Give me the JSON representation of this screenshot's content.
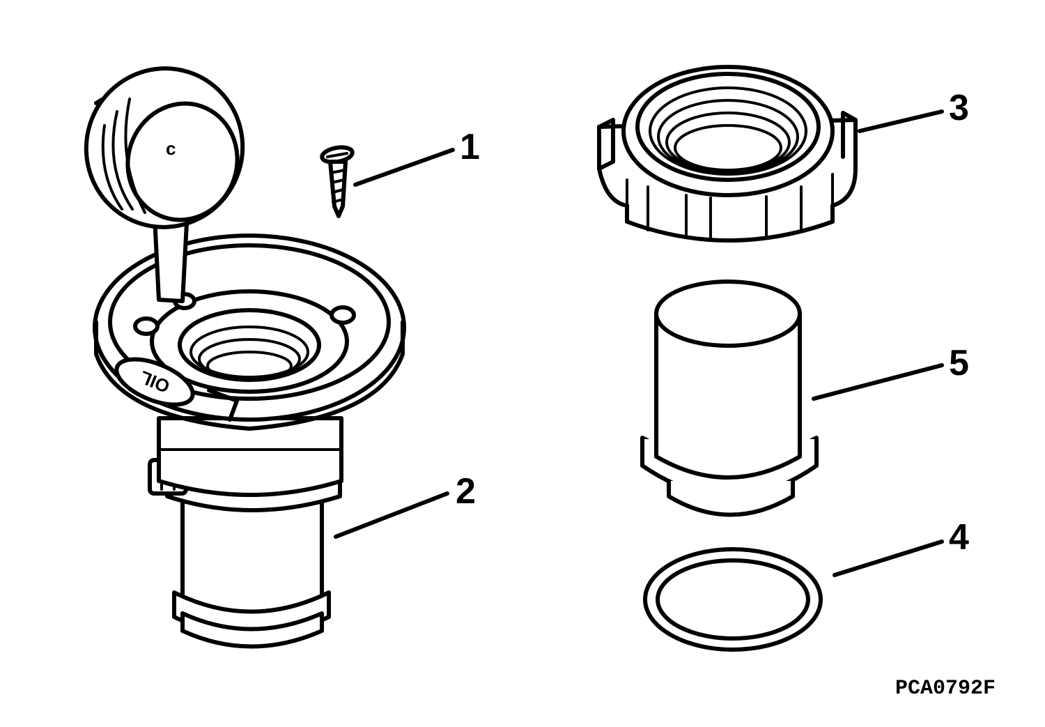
{
  "callouts": [
    {
      "id": "screw",
      "label": "1"
    },
    {
      "id": "filler-neck",
      "label": "2"
    },
    {
      "id": "nut",
      "label": "3"
    },
    {
      "id": "seal-ring",
      "label": "4"
    },
    {
      "id": "adapter-tube",
      "label": "5"
    }
  ],
  "oil_marking": "OIL",
  "figure_code": "PCA0792F"
}
